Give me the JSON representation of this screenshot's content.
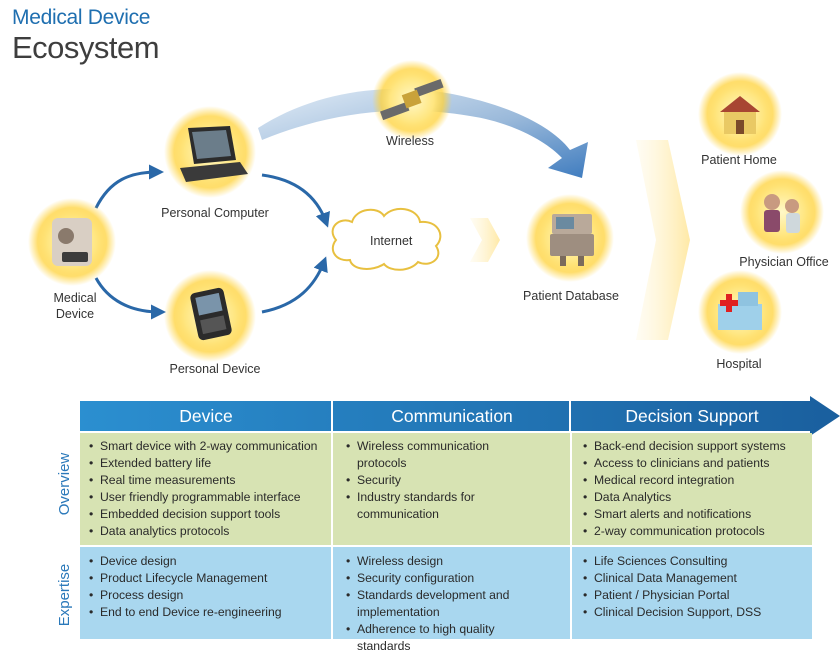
{
  "title": {
    "line1": "Medical Device",
    "line2": "Ecosystem"
  },
  "nodes": {
    "medical_device": [
      "Medical",
      "Device"
    ],
    "personal_computer": "Personal Computer",
    "personal_device": "Personal Device",
    "wireless": "Wireless",
    "internet": "Internet",
    "patient_database": "Patient Database",
    "patient_home": "Patient Home",
    "physician_office": "Physician Office",
    "hospital": "Hospital"
  },
  "table": {
    "columns": [
      "Device",
      "Communication",
      "Decision Support"
    ],
    "rows": [
      {
        "label": "Overview",
        "cells": [
          [
            "Smart device with 2-way communication",
            "Extended battery life",
            "Real time measurements",
            "User friendly programmable interface",
            "Embedded decision support tools",
            "Data analytics protocols"
          ],
          [
            "Wireless communication protocols",
            "Security",
            "Industry standards for communication"
          ],
          [
            "Back-end decision support systems",
            "Access to clinicians and patients",
            "Medical record integration",
            "Data Analytics",
            "Smart alerts and notifications",
            "2-way communication protocols"
          ]
        ]
      },
      {
        "label": "Expertise",
        "cells": [
          [
            "Device design",
            "Product Lifecycle Management",
            "Process design",
            "End to end Device re-engineering"
          ],
          [
            "Wireless design",
            "Security configuration",
            "Standards development and implementation",
            "Adherence to high quality standards"
          ],
          [
            "Life Sciences Consulting",
            "Clinical Data Management",
            "Patient / Physician Portal",
            "Clinical Decision Support, DSS"
          ]
        ]
      }
    ]
  },
  "colors": {
    "title_blue": "#1f6fb0",
    "header_light": "#2b8fd0",
    "header_dark": "#1a5f9e",
    "overview_fill": "#d7e3b3",
    "expertise_fill": "#a9d7ef",
    "arrow_blue": "#2a68a8",
    "glow": "#ffd84a"
  }
}
